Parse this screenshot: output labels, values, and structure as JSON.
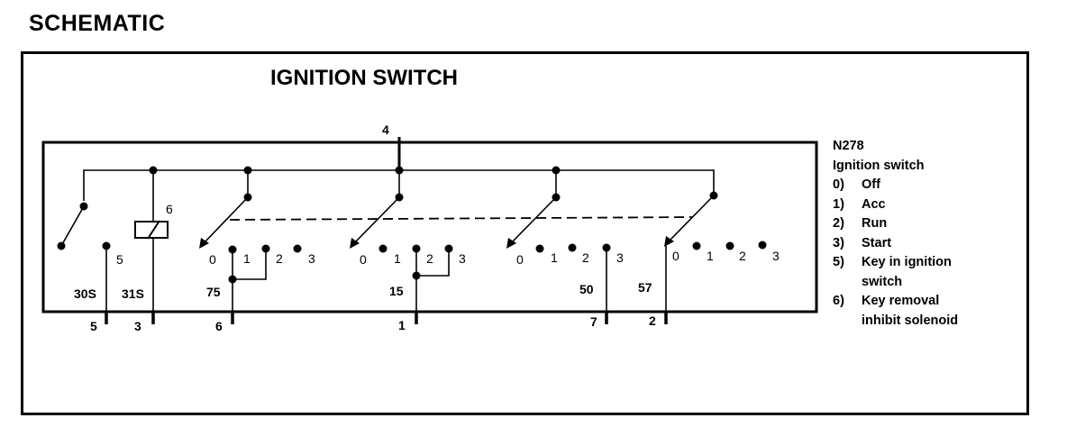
{
  "page": {
    "title": "SCHEMATIC"
  },
  "diagram": {
    "title": "IGNITION SWITCH",
    "top_pin": "4",
    "solenoid_label": "6",
    "contacts": [
      "5",
      "0",
      "1",
      "2",
      "3",
      "0",
      "1",
      "2",
      "3",
      "0",
      "1",
      "2",
      "3",
      "0",
      "1",
      "2",
      "3"
    ],
    "terminals": [
      {
        "name": "30S",
        "pin": "5"
      },
      {
        "name": "31S",
        "pin": "3"
      },
      {
        "name": "75",
        "pin": "6"
      },
      {
        "name": "15",
        "pin": "1"
      },
      {
        "name": "50",
        "pin": "7"
      },
      {
        "name": "57",
        "pin": "2"
      }
    ]
  },
  "legend": {
    "code": "N278",
    "name": "Ignition  switch",
    "items": [
      {
        "num": "0)",
        "text": "Off"
      },
      {
        "num": "1)",
        "text": "Acc"
      },
      {
        "num": "2)",
        "text": "Run"
      },
      {
        "num": "3)",
        "text": "Start"
      },
      {
        "num": "5)",
        "text": "Key in ignition switch"
      },
      {
        "num": "6)",
        "text": "Key removal inhibit solenoid"
      }
    ]
  }
}
